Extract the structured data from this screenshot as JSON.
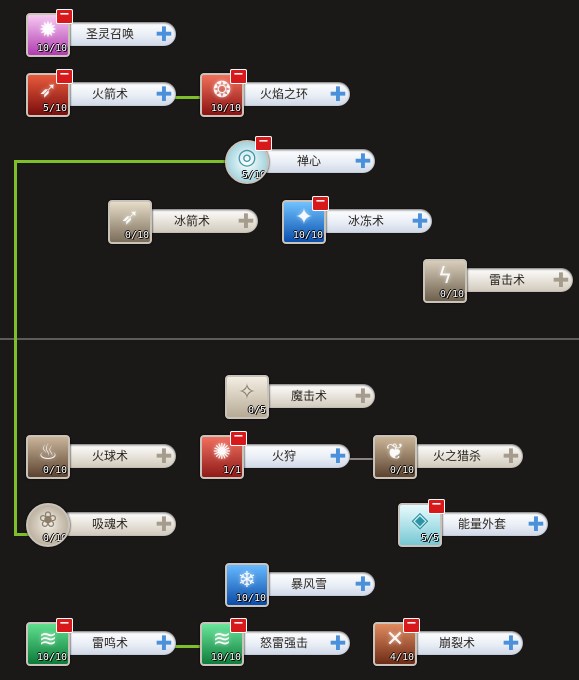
{
  "skills": [
    {
      "name": "圣灵召唤",
      "level": "10/10",
      "icon": "sparkle-icon",
      "glyph": "✹",
      "color_top": "#f6c9f2",
      "color_bottom": "#b13bb0",
      "state": "active",
      "minus": true
    },
    {
      "name": "火箭术",
      "level": "5/10",
      "icon": "fire-arrow-icon",
      "glyph": "➶",
      "color_top": "#e85a3c",
      "color_bottom": "#7a0e0e",
      "state": "active",
      "minus": true
    },
    {
      "name": "火焰之环",
      "level": "10/10",
      "icon": "fire-ring-icon",
      "glyph": "❂",
      "color_top": "#f0705a",
      "color_bottom": "#8b1212",
      "state": "active",
      "minus": true
    },
    {
      "name": "禅心",
      "level": "5/10",
      "icon": "meditation-icon",
      "glyph": "◎",
      "color_top": "#ffffff",
      "color_bottom": "#7fc4d2",
      "state": "active",
      "minus": true,
      "round": true
    },
    {
      "name": "冰箭术",
      "level": "0/10",
      "icon": "ice-arrow-icon",
      "glyph": "➶",
      "color_top": "#e6dcc8",
      "color_bottom": "#7a6d5a",
      "state": "inactive",
      "minus": false
    },
    {
      "name": "冰冻术",
      "level": "10/10",
      "icon": "freeze-icon",
      "glyph": "✦",
      "color_top": "#6fc2ff",
      "color_bottom": "#0b4fae",
      "state": "active",
      "minus": true
    },
    {
      "name": "雷击术",
      "level": "0/10",
      "icon": "lightning-icon",
      "glyph": "ϟ",
      "color_top": "#d8cdbb",
      "color_bottom": "#6d604d",
      "state": "inactive",
      "minus": false
    },
    {
      "name": "魔击术",
      "level": "0/5",
      "icon": "magic-strike-icon",
      "glyph": "✧",
      "color_top": "#f3ede2",
      "color_bottom": "#b7ab96",
      "state": "inactive",
      "minus": false
    },
    {
      "name": "火球术",
      "level": "0/10",
      "icon": "fireball-icon",
      "glyph": "♨",
      "color_top": "#c9b49a",
      "color_bottom": "#5c4330",
      "state": "inactive",
      "minus": false
    },
    {
      "name": "火狩",
      "level": "1/1",
      "icon": "fire-hunt-icon",
      "glyph": "✺",
      "color_top": "#f07060",
      "color_bottom": "#8f1a18",
      "state": "active",
      "minus": true
    },
    {
      "name": "火之猎杀",
      "level": "0/10",
      "icon": "fire-slaughter-icon",
      "glyph": "❦",
      "color_top": "#cbb597",
      "color_bottom": "#5b4330",
      "state": "inactive",
      "minus": false
    },
    {
      "name": "吸魂术",
      "level": "0/10",
      "icon": "soul-drain-icon",
      "glyph": "❀",
      "color_top": "#efe9df",
      "color_bottom": "#a99c88",
      "state": "inactive",
      "minus": false,
      "round": true
    },
    {
      "name": "能量外套",
      "level": "5/5",
      "icon": "energy-cloak-icon",
      "glyph": "◈",
      "color_top": "#e8fbfd",
      "color_bottom": "#76c8d4",
      "state": "active",
      "minus": true
    },
    {
      "name": "暴风雪",
      "level": "10/10",
      "icon": "blizzard-icon",
      "glyph": "❄",
      "color_top": "#67b9ff",
      "color_bottom": "#0a4ca8",
      "state": "active",
      "minus": false
    },
    {
      "name": "雷鸣术",
      "level": "10/10",
      "icon": "thunder-roar-icon",
      "glyph": "≋",
      "color_top": "#5fe08e",
      "color_bottom": "#0d7a3a",
      "state": "active",
      "minus": true
    },
    {
      "name": "怒雷强击",
      "level": "10/10",
      "icon": "wrath-thunder-icon",
      "glyph": "≋",
      "color_top": "#6ae59a",
      "color_bottom": "#0e7d3c",
      "state": "active",
      "minus": true
    },
    {
      "name": "崩裂术",
      "level": "4/10",
      "icon": "shatter-icon",
      "glyph": "✕",
      "color_top": "#e08a5e",
      "color_bottom": "#6d2b16",
      "state": "active",
      "minus": true
    }
  ],
  "colors": {
    "background": "#1b1918",
    "link_active": "#7fbf2a",
    "link_inactive": "#8a8580",
    "minus": "#d8191c",
    "plus_active": "#4b90da",
    "plus_inactive": "#a69c8d"
  }
}
